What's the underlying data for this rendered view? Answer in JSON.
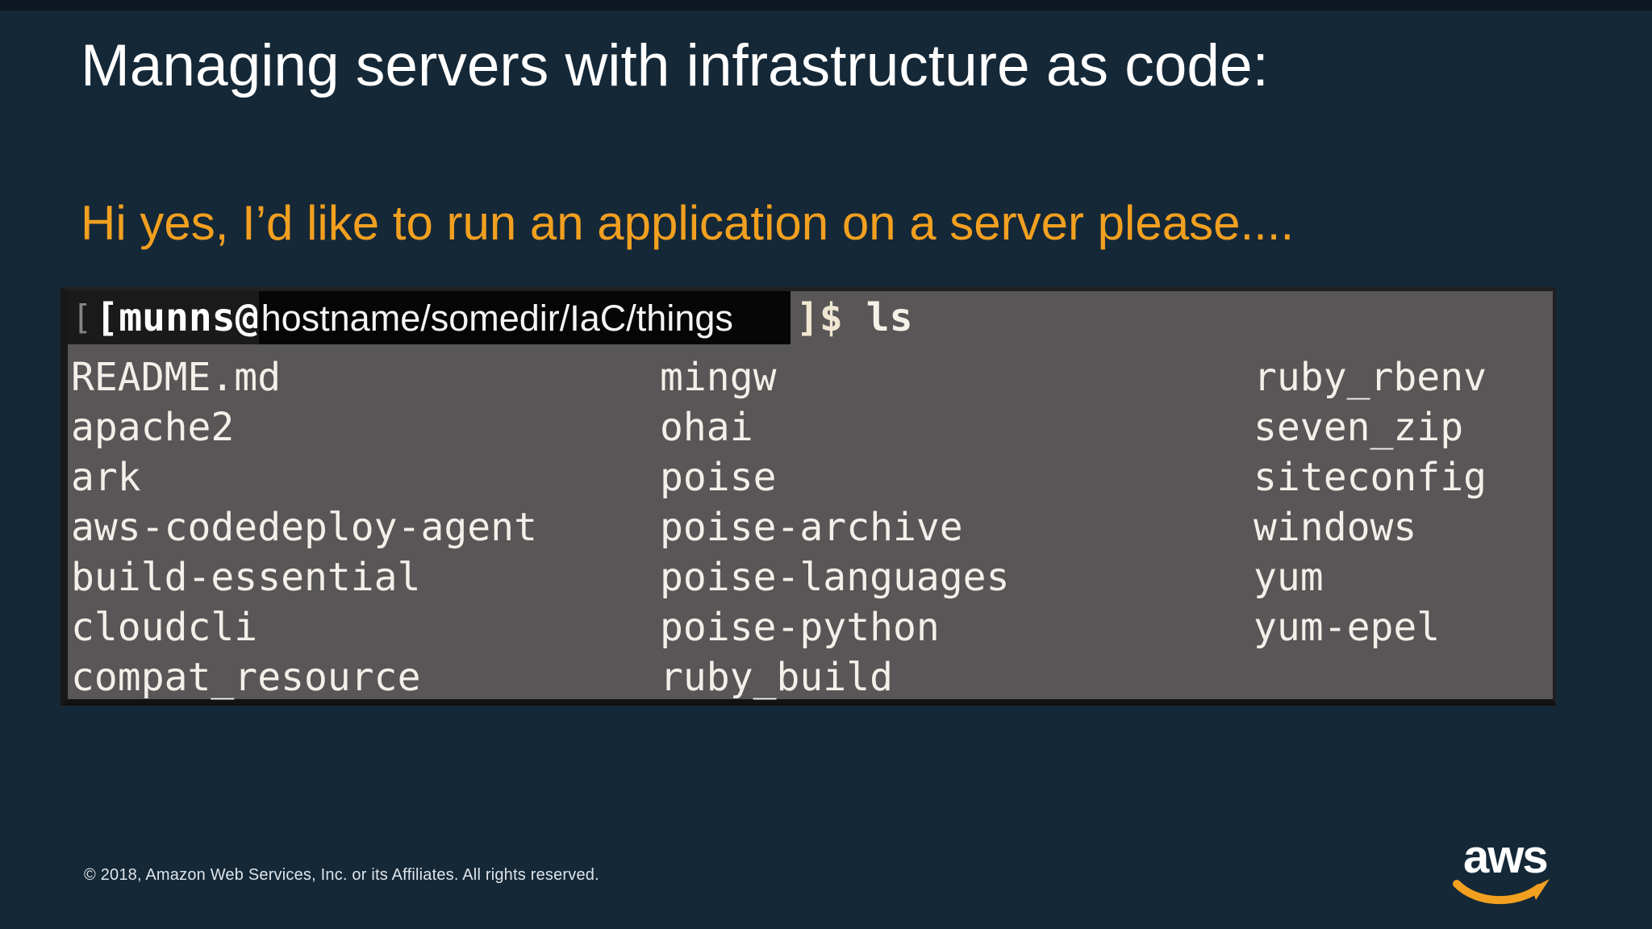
{
  "slide": {
    "title": "Managing servers with infrastructure as code:",
    "subtitle": "Hi yes, I’d like to run an application on a server please....",
    "footer": "© 2018, Amazon Web Services, Inc. or its Affiliates. All rights reserved.",
    "logo": {
      "text": "aws"
    }
  },
  "terminal": {
    "prompt": {
      "edge_bracket": "[",
      "user_at_host": "[munns@",
      "redacted_path": "hostname/somedir/IaC/things",
      "close_bracket_dollar": "]$ ",
      "command": "ls"
    },
    "columns": [
      {
        "items": [
          "README.md",
          "apache2",
          "ark",
          "aws-codedeploy-agent",
          "build-essential",
          "cloudcli",
          "compat_resource"
        ]
      },
      {
        "items": [
          "mingw",
          "ohai",
          "poise",
          "poise-archive",
          "poise-languages",
          "poise-python",
          "ruby_build"
        ]
      },
      {
        "items": [
          "ruby_rbenv",
          "seven_zip",
          "siteconfig",
          "windows",
          "yum",
          "yum-epel"
        ]
      }
    ]
  },
  "colors": {
    "background": "#152837",
    "top_strip": "#0d1722",
    "accent_orange": "#f2a020",
    "terminal_bg": "#585656",
    "terminal_border": "#181818",
    "prompt_bg": "#1b1a1a",
    "redaction_bg": "#060606",
    "text_light": "#f4efe9",
    "prompt_suffix": "#efe7d2",
    "footer_text": "#dde5eb"
  }
}
